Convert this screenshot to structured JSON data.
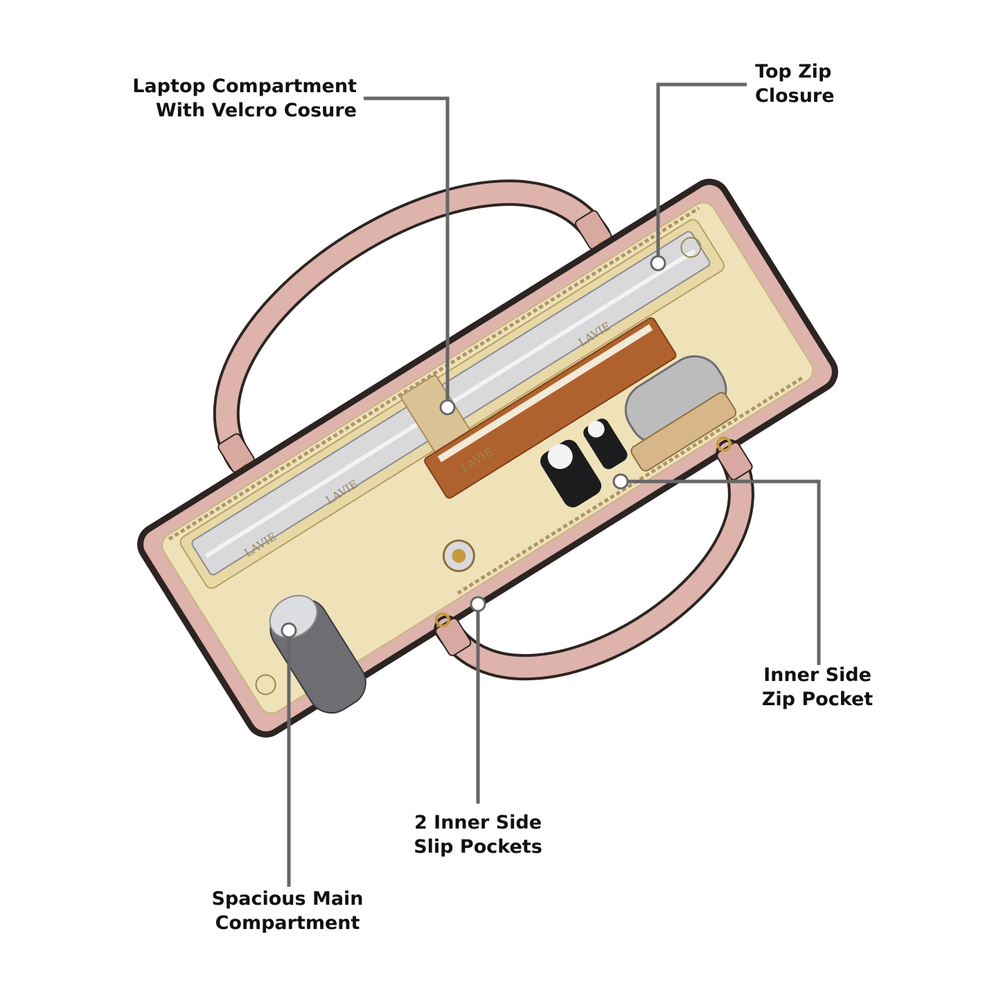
{
  "callouts": {
    "laptop": {
      "line1": "Laptop Compartment",
      "line2": "With Velcro Cosure"
    },
    "top_zip": {
      "line1": "Top Zip",
      "line2": "Closure"
    },
    "inner_zip": {
      "line1": "Inner Side",
      "line2": "Zip Pocket"
    },
    "slip_pockets": {
      "line1": "2 Inner Side",
      "line2": "Slip Pockets"
    },
    "main_compartment": {
      "line1": "Spacious Main",
      "line2": "Compartment"
    }
  },
  "brand_marks": [
    "LAVIE",
    "LAVIE",
    "LAVIE",
    "LAVIE"
  ],
  "colors": {
    "bag_pink": "#ddb3ac",
    "bag_edge": "#2c2422",
    "lining": "#efe2b9",
    "callout_line": "#666666",
    "tan_leather": "#b0622e",
    "gold": "#c49a3d"
  }
}
